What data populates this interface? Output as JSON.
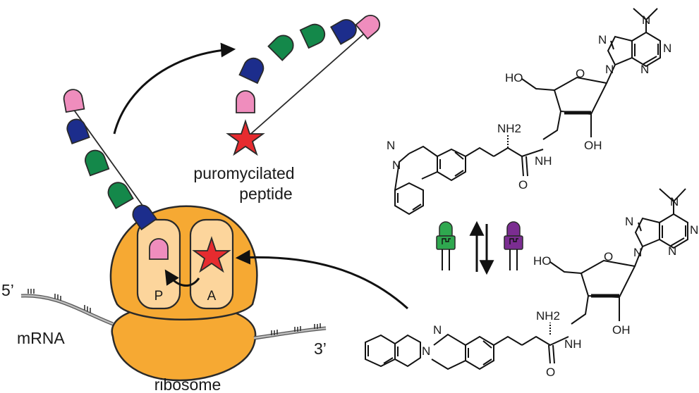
{
  "labels": {
    "product_line1": "puromycilated",
    "product_line2": "peptide",
    "ribosome": "ribosome",
    "mrna": "mRNA",
    "five_prime": "5’",
    "three_prime": "3’",
    "p_site": "P",
    "a_site": "A"
  },
  "atoms": {
    "top": {
      "nme2": "N",
      "n1": "N",
      "n3": "N",
      "n7": "N",
      "n9": "N",
      "ho": "HO",
      "o_ring": "O",
      "nh2": "NH2",
      "nh": "NH",
      "oh": "OH",
      "o_carbonyl": "O",
      "n_azo1": "N",
      "n_azo2": "N"
    },
    "bottom": {
      "nme2": "N",
      "n1": "N",
      "n3": "N",
      "n7": "N",
      "n9": "N",
      "ho": "HO",
      "o_ring": "O",
      "nh2": "NH2",
      "nh": "NH",
      "oh": "OH",
      "o_carbonyl": "O",
      "n_imine": "N",
      "n_plus": "N"
    }
  },
  "colors": {
    "ribosome": "#f6a933",
    "ribosome_site": "#fcd59c",
    "pink": "#ef8dbd",
    "navy": "#1c2d8c",
    "green": "#14884a",
    "star": "#e62b2f",
    "led_green": "#2fa84f",
    "led_purple": "#7b2d91"
  }
}
